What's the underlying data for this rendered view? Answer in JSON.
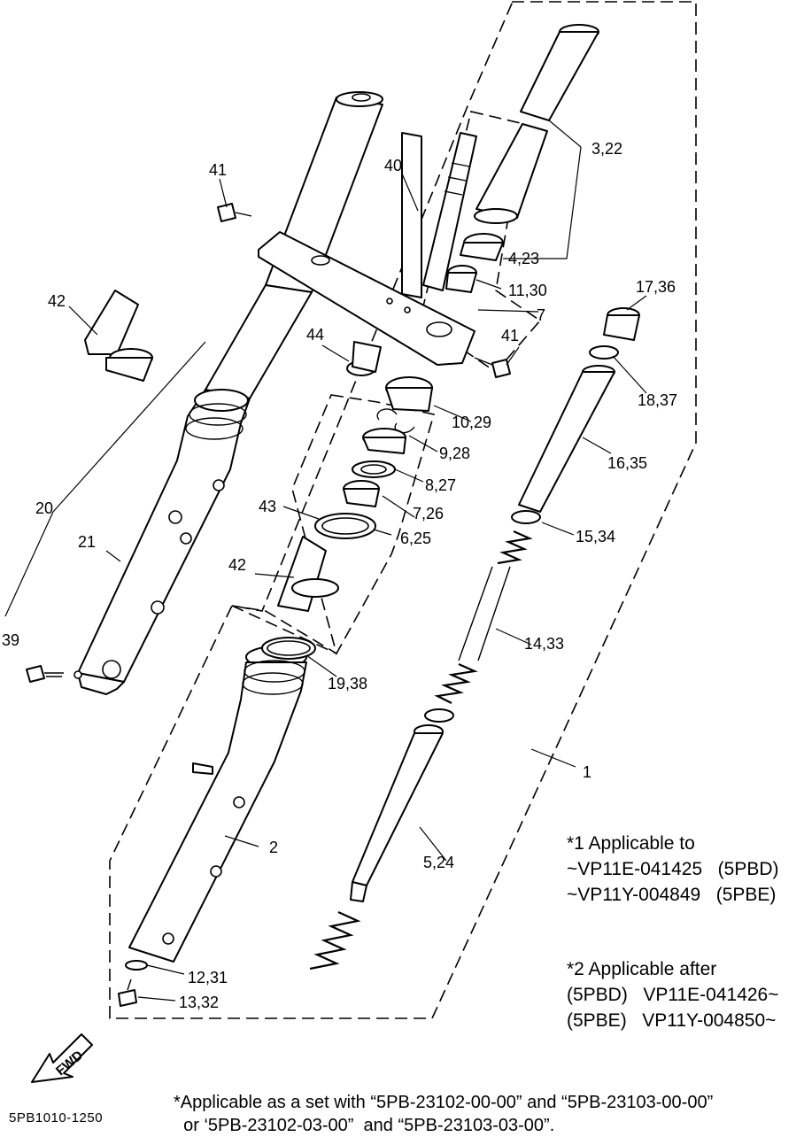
{
  "callouts": {
    "c41a": "41",
    "c40": "40",
    "c3_22": "3,22",
    "c4_23": "4,23",
    "c11_30": "11,30",
    "c7": "7",
    "c42a": "42",
    "c44": "44",
    "c41b": "41",
    "c17_36": "17,36",
    "c18_37": "18,37",
    "c10_29": "10,29",
    "c9_28": "9,28",
    "c16_35": "16,35",
    "c8_27": "8,27",
    "c20": "20",
    "c21": "21",
    "c43": "43",
    "c7_26": "7,26",
    "c15_34": "15,34",
    "c6_25": "6,25",
    "c42b": "42",
    "c39": "39",
    "c19_38": "19,38",
    "c14_33": "14,33",
    "c2": "2",
    "c1": "1",
    "c5_24": "5,24",
    "c12_31": "12,31",
    "c13_32": "13,32"
  },
  "notes": {
    "note1_line1": "*1 Applicable to",
    "note1_line2": "~VP11E-041425   (5PBD)",
    "note1_line3": "~VP11Y-004849   (5PBE)",
    "note2_line1": "*2 Applicable after",
    "note2_line2": "(5PBD)   VP11E-041426~",
    "note2_line3": "(5PBE)   VP11Y-004850~",
    "set_line1": "*Applicable as a set with “5PB-23102-00-00” and “5PB-23103-00-00”",
    "set_line2": "  or ‘5PB-23102-03-00”  and “5PB-23103-03-00”."
  },
  "fwd_label": "FWD",
  "drawing_number": "5PB1010-1250"
}
